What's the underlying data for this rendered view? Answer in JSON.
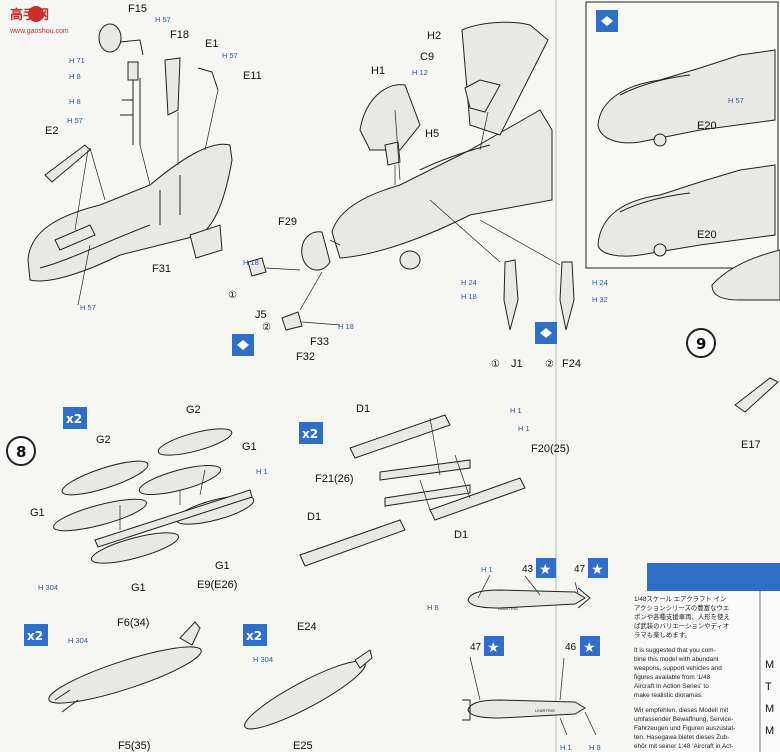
{
  "watermark": {
    "line1": "高手网",
    "line2": "www.gaoshou.com"
  },
  "colors": {
    "accent_blue": "#2f6fc7",
    "ink": "#222222",
    "highlight_blue": "#2a5aa6"
  },
  "steps": {
    "step8": "8",
    "step9": "9"
  },
  "multiplier": "x2",
  "circled": {
    "one": "①",
    "two": "②"
  },
  "parts_top_left": {
    "F15": "F15",
    "F18": "F18",
    "E1": "E1",
    "E11": "E11",
    "E2": "E2",
    "F31": "F31",
    "H57a": "H 57",
    "H71": "H 71",
    "H8a": "H 8",
    "H8b": "H 8",
    "H57b": "H 57",
    "H57c": "H 57",
    "H57d": "H 57"
  },
  "parts_cockpit": {
    "H2": "H2",
    "C9": "C9",
    "H1": "H1",
    "H5": "H5",
    "F29": "F29",
    "H12": "H 12",
    "H18a": "H 18",
    "H18b": "H 18",
    "J5": "J5",
    "F33": "F33",
    "F32": "F32",
    "H24a": "H 24",
    "H18c": "H 18",
    "J1": "J1",
    "H24b": "H 24",
    "H32": "H 32",
    "F24": "F24"
  },
  "inset": {
    "E20a": "E20",
    "E20b": "E20",
    "H57": "H 57"
  },
  "step8_parts": {
    "G2a": "G2",
    "G2b": "G2",
    "G1a": "G1",
    "G1b": "G1",
    "G1c": "G1",
    "G1d": "G1",
    "H1": "H 1",
    "H304": "H 304",
    "E9": "E9(E26)"
  },
  "missile_parts": {
    "D1a": "D1",
    "D1b": "D1",
    "D1c": "D1",
    "F20": "F20(25)",
    "F21": "F21(26)",
    "H1a": "H 1",
    "H1b": "H 1"
  },
  "tank_parts": {
    "F6": "F6(34)",
    "F5": "F5(35)",
    "H304a": "H 304",
    "E24": "E24",
    "E25": "E25",
    "H304b": "H 304"
  },
  "bomb_parts": {
    "H1a": "H 1",
    "H8a": "H 8",
    "n43": "43",
    "n47a": "47",
    "n47b": "47",
    "n46": "46",
    "H1b": "H 1",
    "H8b": "H 8"
  },
  "step9_parts": {
    "E17": "E17"
  },
  "notes": {
    "jp": [
      "1/48スケール エアクラフト イン",
      "アクションシリーズの豊富なウエ",
      "ポンや各種支援車両、人形を使え",
      "ば武装のバリエーションやディオ",
      "ラマも楽しめます。"
    ],
    "en": [
      "It is suggested that you com-",
      "bine this model with abundant",
      "weapons, support vehicles and",
      "figures available from '1/48",
      "Aircraft In Action Series' to",
      "make realistic dioramas."
    ],
    "de": [
      "Wir empfehlen, dieses Modell mit",
      "umfassender Bewaffnung, Service-",
      "Fahrzeugen und Figuren auszustat-",
      "ten. Hasegawa bietet dieses Zub-",
      "ehör mit seiner 1:48 'Aircraft in Act-"
    ]
  },
  "side_letters": [
    "M",
    "T",
    "M",
    "M"
  ]
}
